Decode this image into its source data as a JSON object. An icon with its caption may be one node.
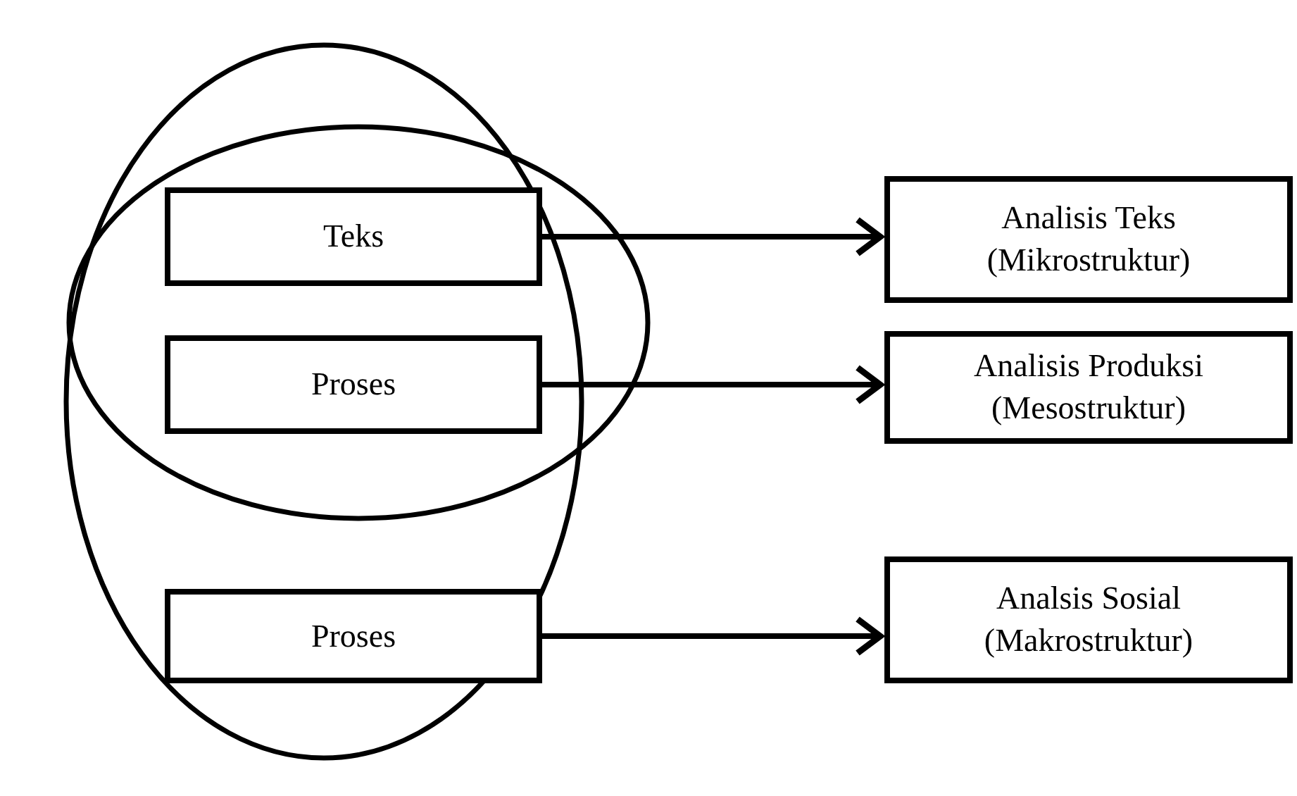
{
  "diagram": {
    "nodes": [
      {
        "text": [],
        "shape": "circle"
      },
      {
        "text": [],
        "shape": "circle"
      },
      {
        "text": [
          "Teks"
        ],
        "in": 1
      },
      {
        "text": [
          "Proses"
        ],
        "in": 1
      },
      {
        "text": [
          "Proses"
        ],
        "in": 0
      },
      {
        "text": [
          "Analisis Teks",
          "(Mikrostruktur)"
        ]
      },
      {
        "text": [
          "Analisis Produksi",
          "(Mesostruktur)"
        ]
      },
      {
        "text": [
          "Analsis Sosial",
          "(Makrostruktur)"
        ]
      }
    ],
    "edges": [
      {
        "from": 2,
        "to": 5,
        "arrow": "to"
      },
      {
        "from": 3,
        "to": 6,
        "arrow": "to"
      },
      {
        "from": 4,
        "to": 7,
        "arrow": "to"
      }
    ]
  }
}
